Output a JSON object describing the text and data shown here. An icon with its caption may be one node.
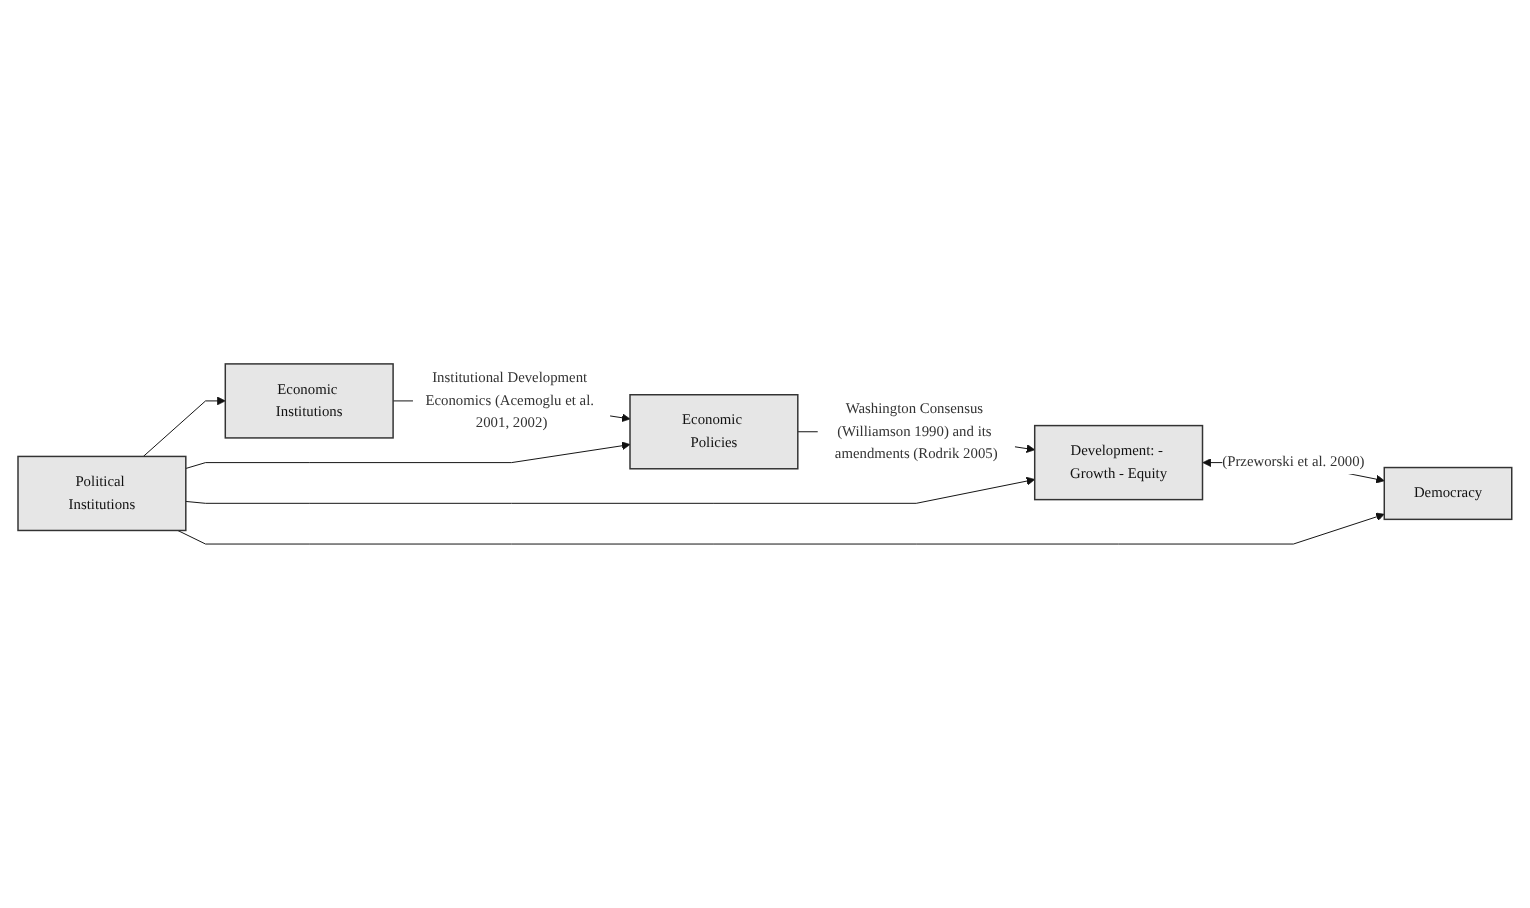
{
  "diagram": {
    "nodes": [
      {
        "text": [
          "Economic Institutions"
        ]
      },
      {
        "text": [
          "Political Institutions"
        ]
      },
      {
        "text": [
          "Economic Policies"
        ]
      },
      {
        "text": [
          "Development: - Growth - Equity"
        ]
      },
      {
        "text": [
          "Democracy"
        ]
      }
    ],
    "edges": [
      {
        "from": 1,
        "to": 0,
        "arrow": "to"
      },
      {
        "from": 0,
        "to": 2,
        "arrow": "to",
        "label": "Institutional Development Economics (Acemoglu et al. 2001, 2002)"
      },
      {
        "from": 1,
        "to": 2,
        "arrow": "to"
      },
      {
        "from": 2,
        "to": 3,
        "arrow": "to",
        "label": "Washington Consensus (Williamson 1990) and its amendments (Rodrik 2005)"
      },
      {
        "from": 1,
        "to": 3,
        "arrow": "to"
      },
      {
        "from": 3,
        "to": 4,
        "arrow": "both",
        "label": "(Przeworski et al. 2000)"
      },
      {
        "from": 1,
        "to": 4,
        "arrow": "to"
      }
    ]
  }
}
